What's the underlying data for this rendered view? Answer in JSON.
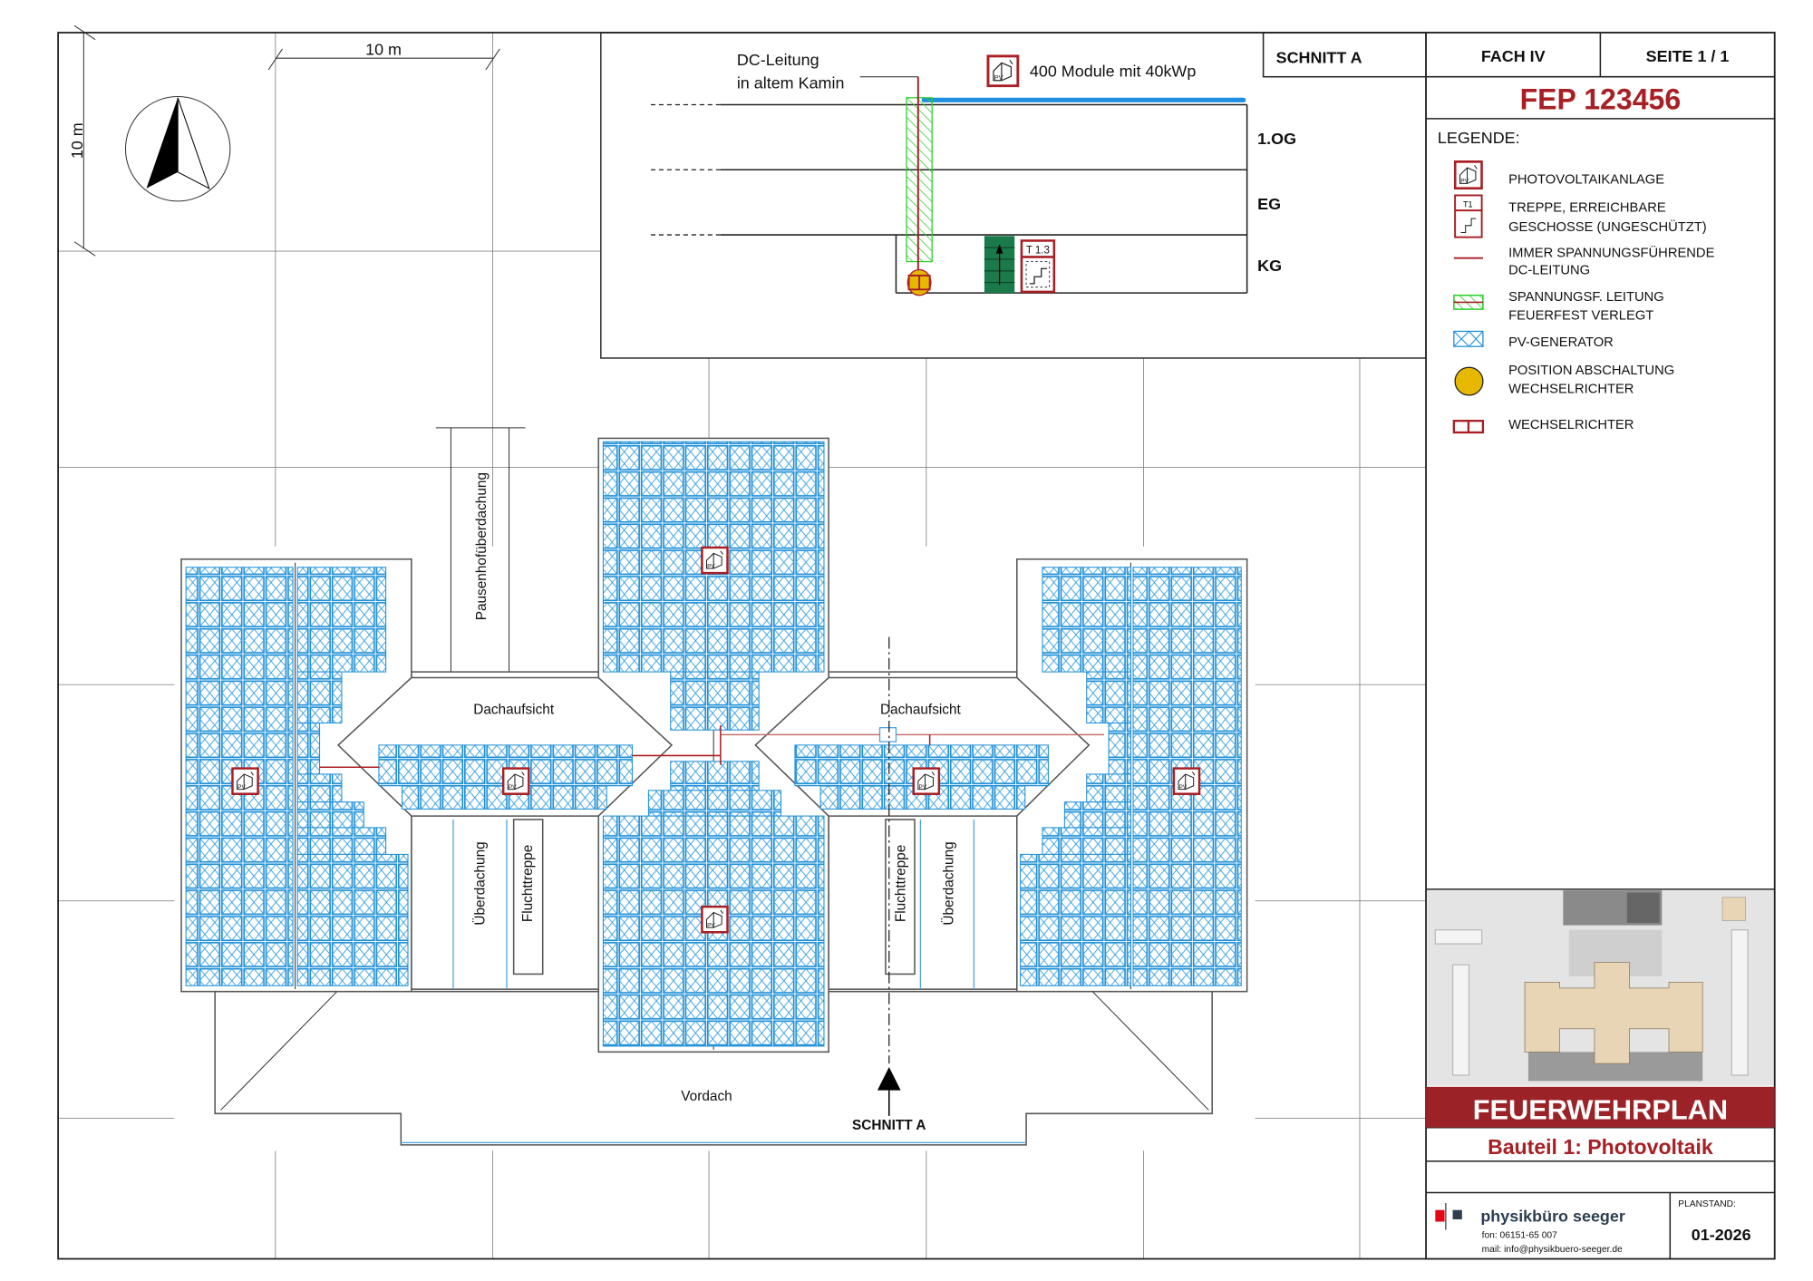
{
  "scale": {
    "horizontal_label": "10 m",
    "vertical_label": "10 m"
  },
  "section": {
    "title": "SCHNITT A",
    "dc_note": [
      "DC-Leitung",
      "in altem Kamin"
    ],
    "modules_note": "400 Module mit 40kWp",
    "floors": [
      "1.OG",
      "EG",
      "KG"
    ],
    "stair_sign": "T 1.3"
  },
  "plan": {
    "labels": {
      "pausenhof": "Pausenhofüberdachung",
      "dachaufsicht_left": "Dachaufsicht",
      "dachaufsicht_right": "Dachaufsicht",
      "ueberdachung_left": "Überdachung",
      "fluchttreppe_left": "Fluchttreppe",
      "fluchttreppe_right": "Fluchttreppe",
      "ueberdachung_right": "Überdachung",
      "vordach": "Vordach",
      "schnitt_marker": "SCHNITT A"
    }
  },
  "title_block": {
    "fach": "FACH IV",
    "seite": "SEITE 1 / 1",
    "plan_number": "FEP 123456",
    "legend_title": "LEGENDE:",
    "legend": [
      {
        "icon": "pv-system-icon",
        "lines": [
          "PHOTOVOLTAIKANLAGE"
        ]
      },
      {
        "icon": "stair-icon",
        "lines": [
          "TREPPE, ERREICHBARE",
          "GESCHOSSE (UNGESCHÜTZT)"
        ]
      },
      {
        "icon": "dc-line-icon",
        "lines": [
          "IMMER SPANNUNGSFÜHRENDE",
          "DC-LEITUNG"
        ]
      },
      {
        "icon": "fireproof-line-icon",
        "lines": [
          "SPANNUNGSF. LEITUNG",
          "FEUERFEST VERLEGT"
        ]
      },
      {
        "icon": "pv-generator-icon",
        "lines": [
          "PV-GENERATOR"
        ]
      },
      {
        "icon": "shutdown-position-icon",
        "lines": [
          "POSITION ABSCHALTUNG",
          "WECHSELRICHTER"
        ]
      },
      {
        "icon": "inverter-icon",
        "lines": [
          "WECHSELRICHTER"
        ]
      }
    ],
    "plan_type": "FEUERWEHRPLAN",
    "subtitle": "Bauteil 1: Photovoltaik",
    "company": {
      "name": "physikbüro seeger",
      "phone": "fon: 06151-65 007",
      "mail": "mail: info@physikbuero-seeger.de"
    },
    "planstand_label": "PLANSTAND:",
    "planstand": "01-2026"
  },
  "colors": {
    "red": "#a81f24",
    "pv_blue": "#1e8fd6",
    "green": "#2bd02b",
    "yellow": "#e6b800",
    "stair_green": "#1a7a4a"
  }
}
